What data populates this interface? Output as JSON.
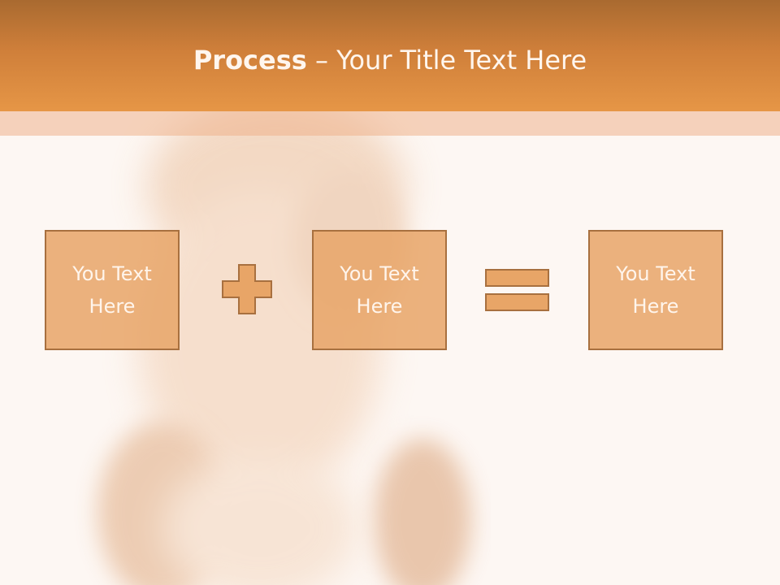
{
  "slide": {
    "title_bold": "Process",
    "title_rest": " – Your Title Text Here"
  },
  "boxes": [
    {
      "label": "You Text Here"
    },
    {
      "label": "You Text Here"
    },
    {
      "label": "You Text Here"
    }
  ],
  "operators": {
    "first": "plus-icon",
    "second": "equals-icon"
  },
  "colors": {
    "title_bar": "#dd8a40",
    "box_fill": "#e8a567",
    "box_border": "#a8703f",
    "text": "#fff6ee",
    "background": "#fdf7f3"
  }
}
